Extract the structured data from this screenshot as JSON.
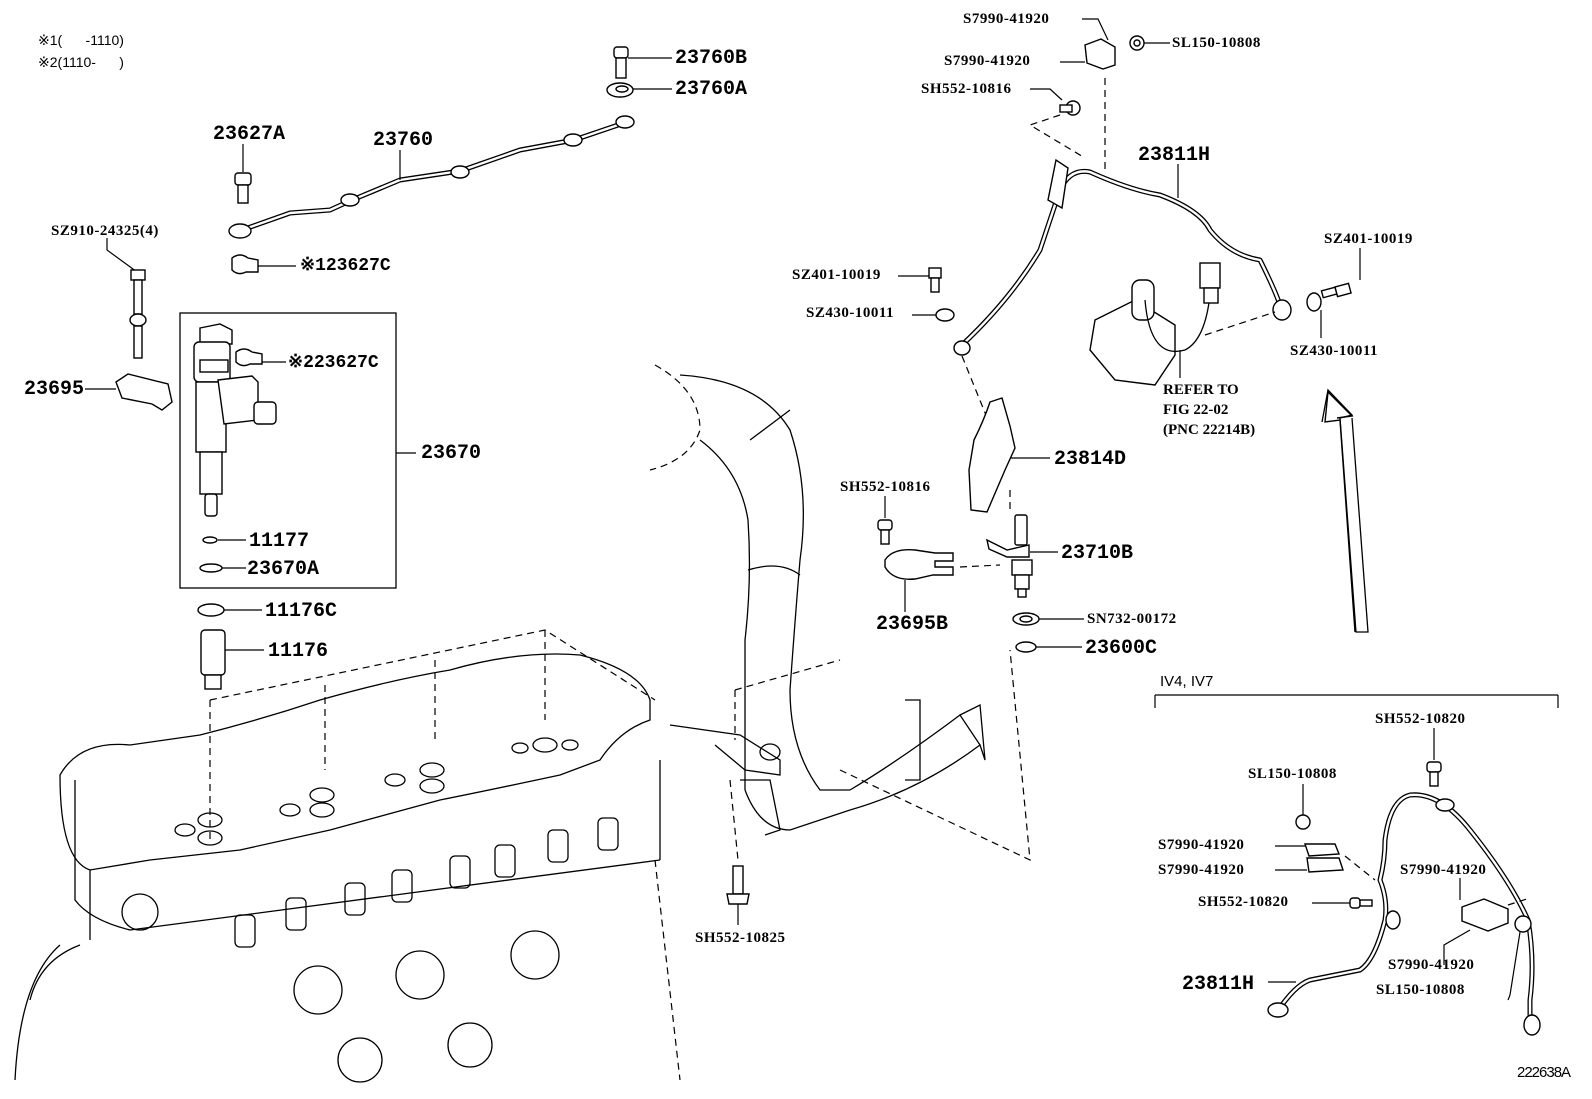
{
  "figure": {
    "id": "222638A",
    "notes": [
      {
        "mark": "※1",
        "range": "(      -1110)"
      },
      {
        "mark": "※2",
        "range": "(1110-      )"
      }
    ]
  },
  "callouts": {
    "p23760B": "23760B",
    "p23760A": "23760A",
    "p23627A": "23627A",
    "p23760": "23760",
    "sz910": "SZ910-24325(4)",
    "p23627C_1": "※123627C",
    "p23627C_2": "※223627C",
    "p23695": "23695",
    "p23670": "23670",
    "p11177": "11177",
    "p23670A": "23670A",
    "p11176C": "11176C",
    "p11176": "11176",
    "s7990_top1": "S7990-41920",
    "s7990_top2": "S7990-41920",
    "sl150_top": "SL150-10808",
    "sh552_10816_top": "SH552-10816",
    "p23811H_top": "23811H",
    "sz401_left": "SZ401-10019",
    "sz430_left": "SZ430-10011",
    "sz401_right": "SZ401-10019",
    "sz430_right": "SZ430-10011",
    "refer": [
      "REFER TO",
      "FIG 22-02",
      "(PNC 22214B)"
    ],
    "p23814D": "23814D",
    "sh552_10816_mid": "SH552-10816",
    "p23710B": "23710B",
    "p23695B": "23695B",
    "sn732": "SN732-00172",
    "p23600C": "23600C",
    "sh552_10825": "SH552-10825"
  },
  "inset": {
    "title": "IV4, IV7",
    "callouts": {
      "sh552_10820_top": "SH552-10820",
      "sl150_a": "SL150-10808",
      "s7990_a": "S7990-41920",
      "s7990_b": "S7990-41920",
      "sh552_10820_mid": "SH552-10820",
      "s7990_c": "S7990-41920",
      "p23811H": "23811H",
      "s7990_d": "S7990-41920",
      "sl150_b": "SL150-10808"
    }
  }
}
